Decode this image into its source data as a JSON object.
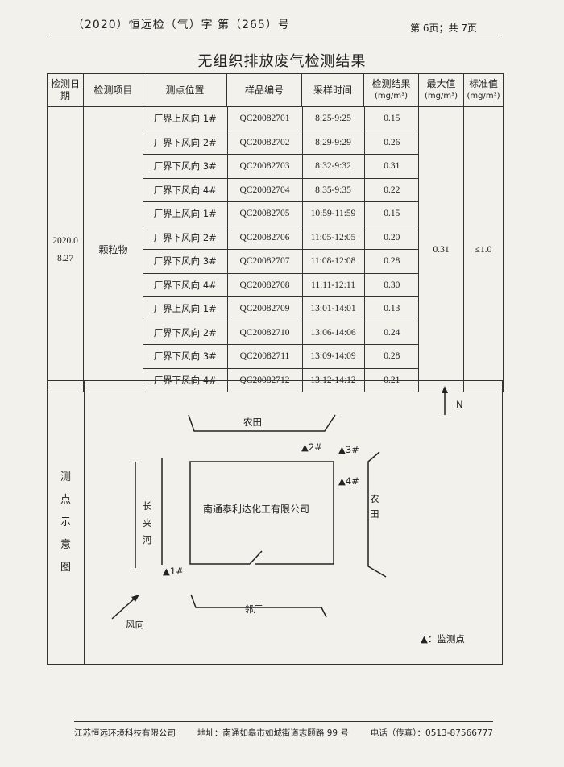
{
  "header": {
    "doc_number": "（2020）恒远检（气）字 第（265）号",
    "page_info": "第 6页；共 7页"
  },
  "title": "无组织排放废气检测结果",
  "table": {
    "headers": {
      "date": "检测日期",
      "item": "检测项目",
      "location": "测点位置",
      "sample_id": "样品编号",
      "time": "采样时间",
      "result": "检测结果",
      "result_unit": "(mg/m³)",
      "max": "最大值",
      "max_unit": "(mg/m³)",
      "std": "标准值",
      "std_unit": "(mg/m³)"
    },
    "date": "2020.08.27",
    "item": "颗粒物",
    "max": "0.31",
    "std": "≤1.0",
    "rows": [
      {
        "location": "厂界上风向 1#",
        "sample_id": "QC20082701",
        "time": "8:25-9:25",
        "result": "0.15"
      },
      {
        "location": "厂界下风向 2#",
        "sample_id": "QC20082702",
        "time": "8:29-9:29",
        "result": "0.26"
      },
      {
        "location": "厂界下风向 3#",
        "sample_id": "QC20082703",
        "time": "8:32-9:32",
        "result": "0.31"
      },
      {
        "location": "厂界下风向 4#",
        "sample_id": "QC20082704",
        "time": "8:35-9:35",
        "result": "0.22"
      },
      {
        "location": "厂界上风向 1#",
        "sample_id": "QC20082705",
        "time": "10:59-11:59",
        "result": "0.15"
      },
      {
        "location": "厂界下风向 2#",
        "sample_id": "QC20082706",
        "time": "11:05-12:05",
        "result": "0.20"
      },
      {
        "location": "厂界下风向 3#",
        "sample_id": "QC20082707",
        "time": "11:08-12:08",
        "result": "0.28"
      },
      {
        "location": "厂界下风向 4#",
        "sample_id": "QC20082708",
        "time": "11:11-12:11",
        "result": "0.30"
      },
      {
        "location": "厂界上风向 1#",
        "sample_id": "QC20082709",
        "time": "13:01-14:01",
        "result": "0.13"
      },
      {
        "location": "厂界下风向 2#",
        "sample_id": "QC20082710",
        "time": "13:06-14:06",
        "result": "0.24"
      },
      {
        "location": "厂界下风向 3#",
        "sample_id": "QC20082711",
        "time": "13:09-14:09",
        "result": "0.28"
      },
      {
        "location": "厂界下风向 4#",
        "sample_id": "QC20082712",
        "time": "13:12-14:12",
        "result": "0.21"
      }
    ]
  },
  "diagram": {
    "label_chars": [
      "测",
      "点",
      "示",
      "意",
      "图"
    ],
    "north": "N",
    "farmland_top": "农田",
    "farmland_right_chars": [
      "农",
      "田"
    ],
    "river_chars": [
      "长",
      "夹",
      "河"
    ],
    "company": "南通泰利达化工有限公司",
    "neighbor": "邻厂",
    "wind": "风向",
    "point_1": "▲1#",
    "point_2": "▲2#",
    "point_3": "▲3#",
    "point_4": "▲4#",
    "legend": "▲：监测点"
  },
  "footer": {
    "company": "江苏恒远环境科技有限公司",
    "address": "地址：南通如皋市如城街道志颐路 99 号",
    "phone": "电话（传真）：0513-87566777"
  }
}
